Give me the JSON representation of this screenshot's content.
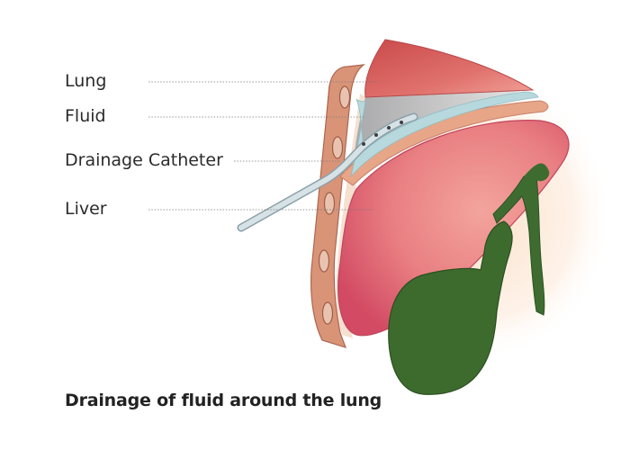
{
  "labels": {
    "lung": "Lung",
    "fluid": "Fluid",
    "catheter": "Drainage Catheter",
    "liver": "Liver"
  },
  "caption": "Drainage of fluid around the lung",
  "colors": {
    "lung": "#d9625e",
    "fluid": "#bcd9dc",
    "chest_wall": "#d8957a",
    "liver": "#e06873",
    "gallbladder": "#3c6a2e",
    "catheter": "#c9d6dc",
    "background_glow": "#fbe3cf"
  }
}
